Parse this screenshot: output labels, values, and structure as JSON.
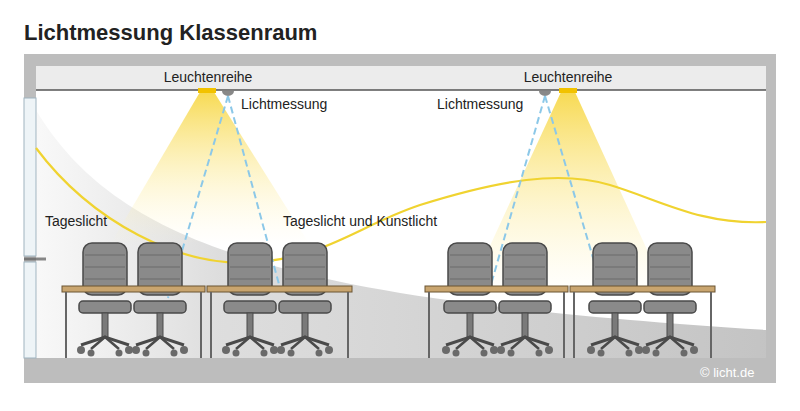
{
  "diagram": {
    "title": "Lichtmessung Klassenraum",
    "labels": [
      "Leuchtenreihe",
      "Lichtmessung",
      "Leuchtenreihe",
      "Lichtmessung",
      "Tageslicht",
      "Tageslicht und Kunstlicht",
      "© licht.de"
    ]
  }
}
